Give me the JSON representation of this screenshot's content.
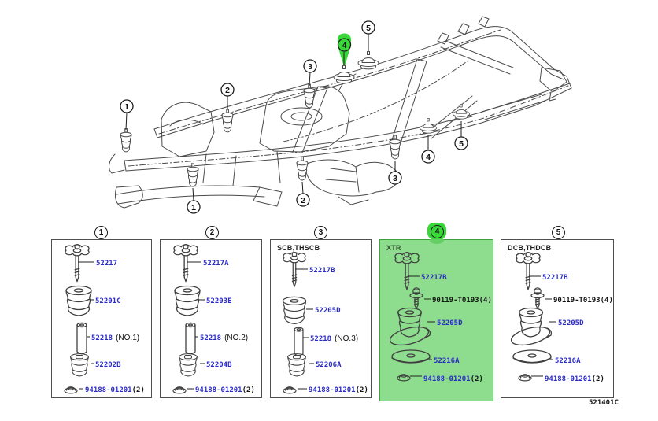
{
  "page": {
    "doc_code": "521401C"
  },
  "colors": {
    "highlight_panel": "#8edc8e",
    "highlight_badge": "#38d838",
    "part_number_blue": "#2b2bc8",
    "text_black": "#141414",
    "line_gray": "#4a4a4a"
  },
  "frame": {
    "upper_callouts": [
      {
        "label": "1",
        "highlighted": false
      },
      {
        "label": "2",
        "highlighted": false
      },
      {
        "label": "3",
        "highlighted": false
      },
      {
        "label": "4",
        "highlighted": true
      },
      {
        "label": "5",
        "highlighted": false
      }
    ],
    "lower_callouts": [
      {
        "label": "1",
        "highlighted": false
      },
      {
        "label": "2",
        "highlighted": false
      },
      {
        "label": "3",
        "highlighted": false
      },
      {
        "label": "4",
        "highlighted": false
      },
      {
        "label": "5",
        "highlighted": false
      }
    ]
  },
  "panels": [
    {
      "callout": "1",
      "variant": "",
      "highlighted": false,
      "parts": [
        {
          "number": "52217",
          "suffix": "",
          "suffix_kind": "",
          "tone": "blue",
          "icon": "anchor-bolt"
        },
        {
          "number": "52201C",
          "suffix": "",
          "suffix_kind": "",
          "tone": "blue",
          "icon": "upper-cushion"
        },
        {
          "number": "52218",
          "suffix": "(NO.1)",
          "suffix_kind": "note",
          "tone": "blue",
          "icon": "spacer"
        },
        {
          "number": "52202B",
          "suffix": "",
          "suffix_kind": "",
          "tone": "blue",
          "icon": "lower-cushion"
        },
        {
          "number": "94188-01201",
          "suffix": "(2)",
          "suffix_kind": "count",
          "tone": "blue",
          "icon": "nut"
        }
      ]
    },
    {
      "callout": "2",
      "variant": "",
      "highlighted": false,
      "parts": [
        {
          "number": "52217A",
          "suffix": "",
          "suffix_kind": "",
          "tone": "blue",
          "icon": "anchor-bolt"
        },
        {
          "number": "52203E",
          "suffix": "",
          "suffix_kind": "",
          "tone": "blue",
          "icon": "upper-cushion"
        },
        {
          "number": "52218",
          "suffix": "(NO.2)",
          "suffix_kind": "note",
          "tone": "blue",
          "icon": "spacer"
        },
        {
          "number": "52204B",
          "suffix": "",
          "suffix_kind": "",
          "tone": "blue",
          "icon": "lower-cushion"
        },
        {
          "number": "94188-01201",
          "suffix": "(2)",
          "suffix_kind": "count",
          "tone": "blue",
          "icon": "nut"
        }
      ]
    },
    {
      "callout": "3",
      "variant": "SCB,THSCB",
      "highlighted": false,
      "parts": [
        {
          "number": "52217B",
          "suffix": "",
          "suffix_kind": "",
          "tone": "blue",
          "icon": "anchor-bolt"
        },
        {
          "number": "52205D",
          "suffix": "",
          "suffix_kind": "",
          "tone": "blue",
          "icon": "upper-cushion"
        },
        {
          "number": "52218",
          "suffix": "(NO.3)",
          "suffix_kind": "note",
          "tone": "blue",
          "icon": "spacer"
        },
        {
          "number": "52206A",
          "suffix": "",
          "suffix_kind": "",
          "tone": "blue",
          "icon": "lower-cushion"
        },
        {
          "number": "94188-01201",
          "suffix": "(2)",
          "suffix_kind": "count",
          "tone": "blue",
          "icon": "nut"
        }
      ]
    },
    {
      "callout": "4",
      "variant": "XTR",
      "highlighted": true,
      "parts": [
        {
          "number": "52217B",
          "suffix": "",
          "suffix_kind": "",
          "tone": "blue",
          "icon": "anchor-bolt"
        },
        {
          "number": "90119-T0193(4)",
          "suffix": "",
          "suffix_kind": "",
          "tone": "black",
          "icon": "flange-bolt"
        },
        {
          "number": "52205D",
          "suffix": "",
          "suffix_kind": "",
          "tone": "blue",
          "icon": "bracket-cushion"
        },
        {
          "number": "52216A",
          "suffix": "",
          "suffix_kind": "",
          "tone": "blue",
          "icon": "disc-cushion"
        },
        {
          "number": "94188-01201",
          "suffix": "(2)",
          "suffix_kind": "count",
          "tone": "blue",
          "icon": "nut"
        }
      ]
    },
    {
      "callout": "5",
      "variant": "DCB,THDCB",
      "highlighted": false,
      "parts": [
        {
          "number": "52217B",
          "suffix": "",
          "suffix_kind": "",
          "tone": "blue",
          "icon": "anchor-bolt"
        },
        {
          "number": "90119-T0193(4)",
          "suffix": "",
          "suffix_kind": "",
          "tone": "black",
          "icon": "flange-bolt"
        },
        {
          "number": "52205D",
          "suffix": "",
          "suffix_kind": "",
          "tone": "blue",
          "icon": "bracket-cushion"
        },
        {
          "number": "52216A",
          "suffix": "",
          "suffix_kind": "",
          "tone": "blue",
          "icon": "disc-cushion"
        },
        {
          "number": "94188-01201",
          "suffix": "(2)",
          "suffix_kind": "count",
          "tone": "blue",
          "icon": "nut"
        }
      ]
    }
  ]
}
